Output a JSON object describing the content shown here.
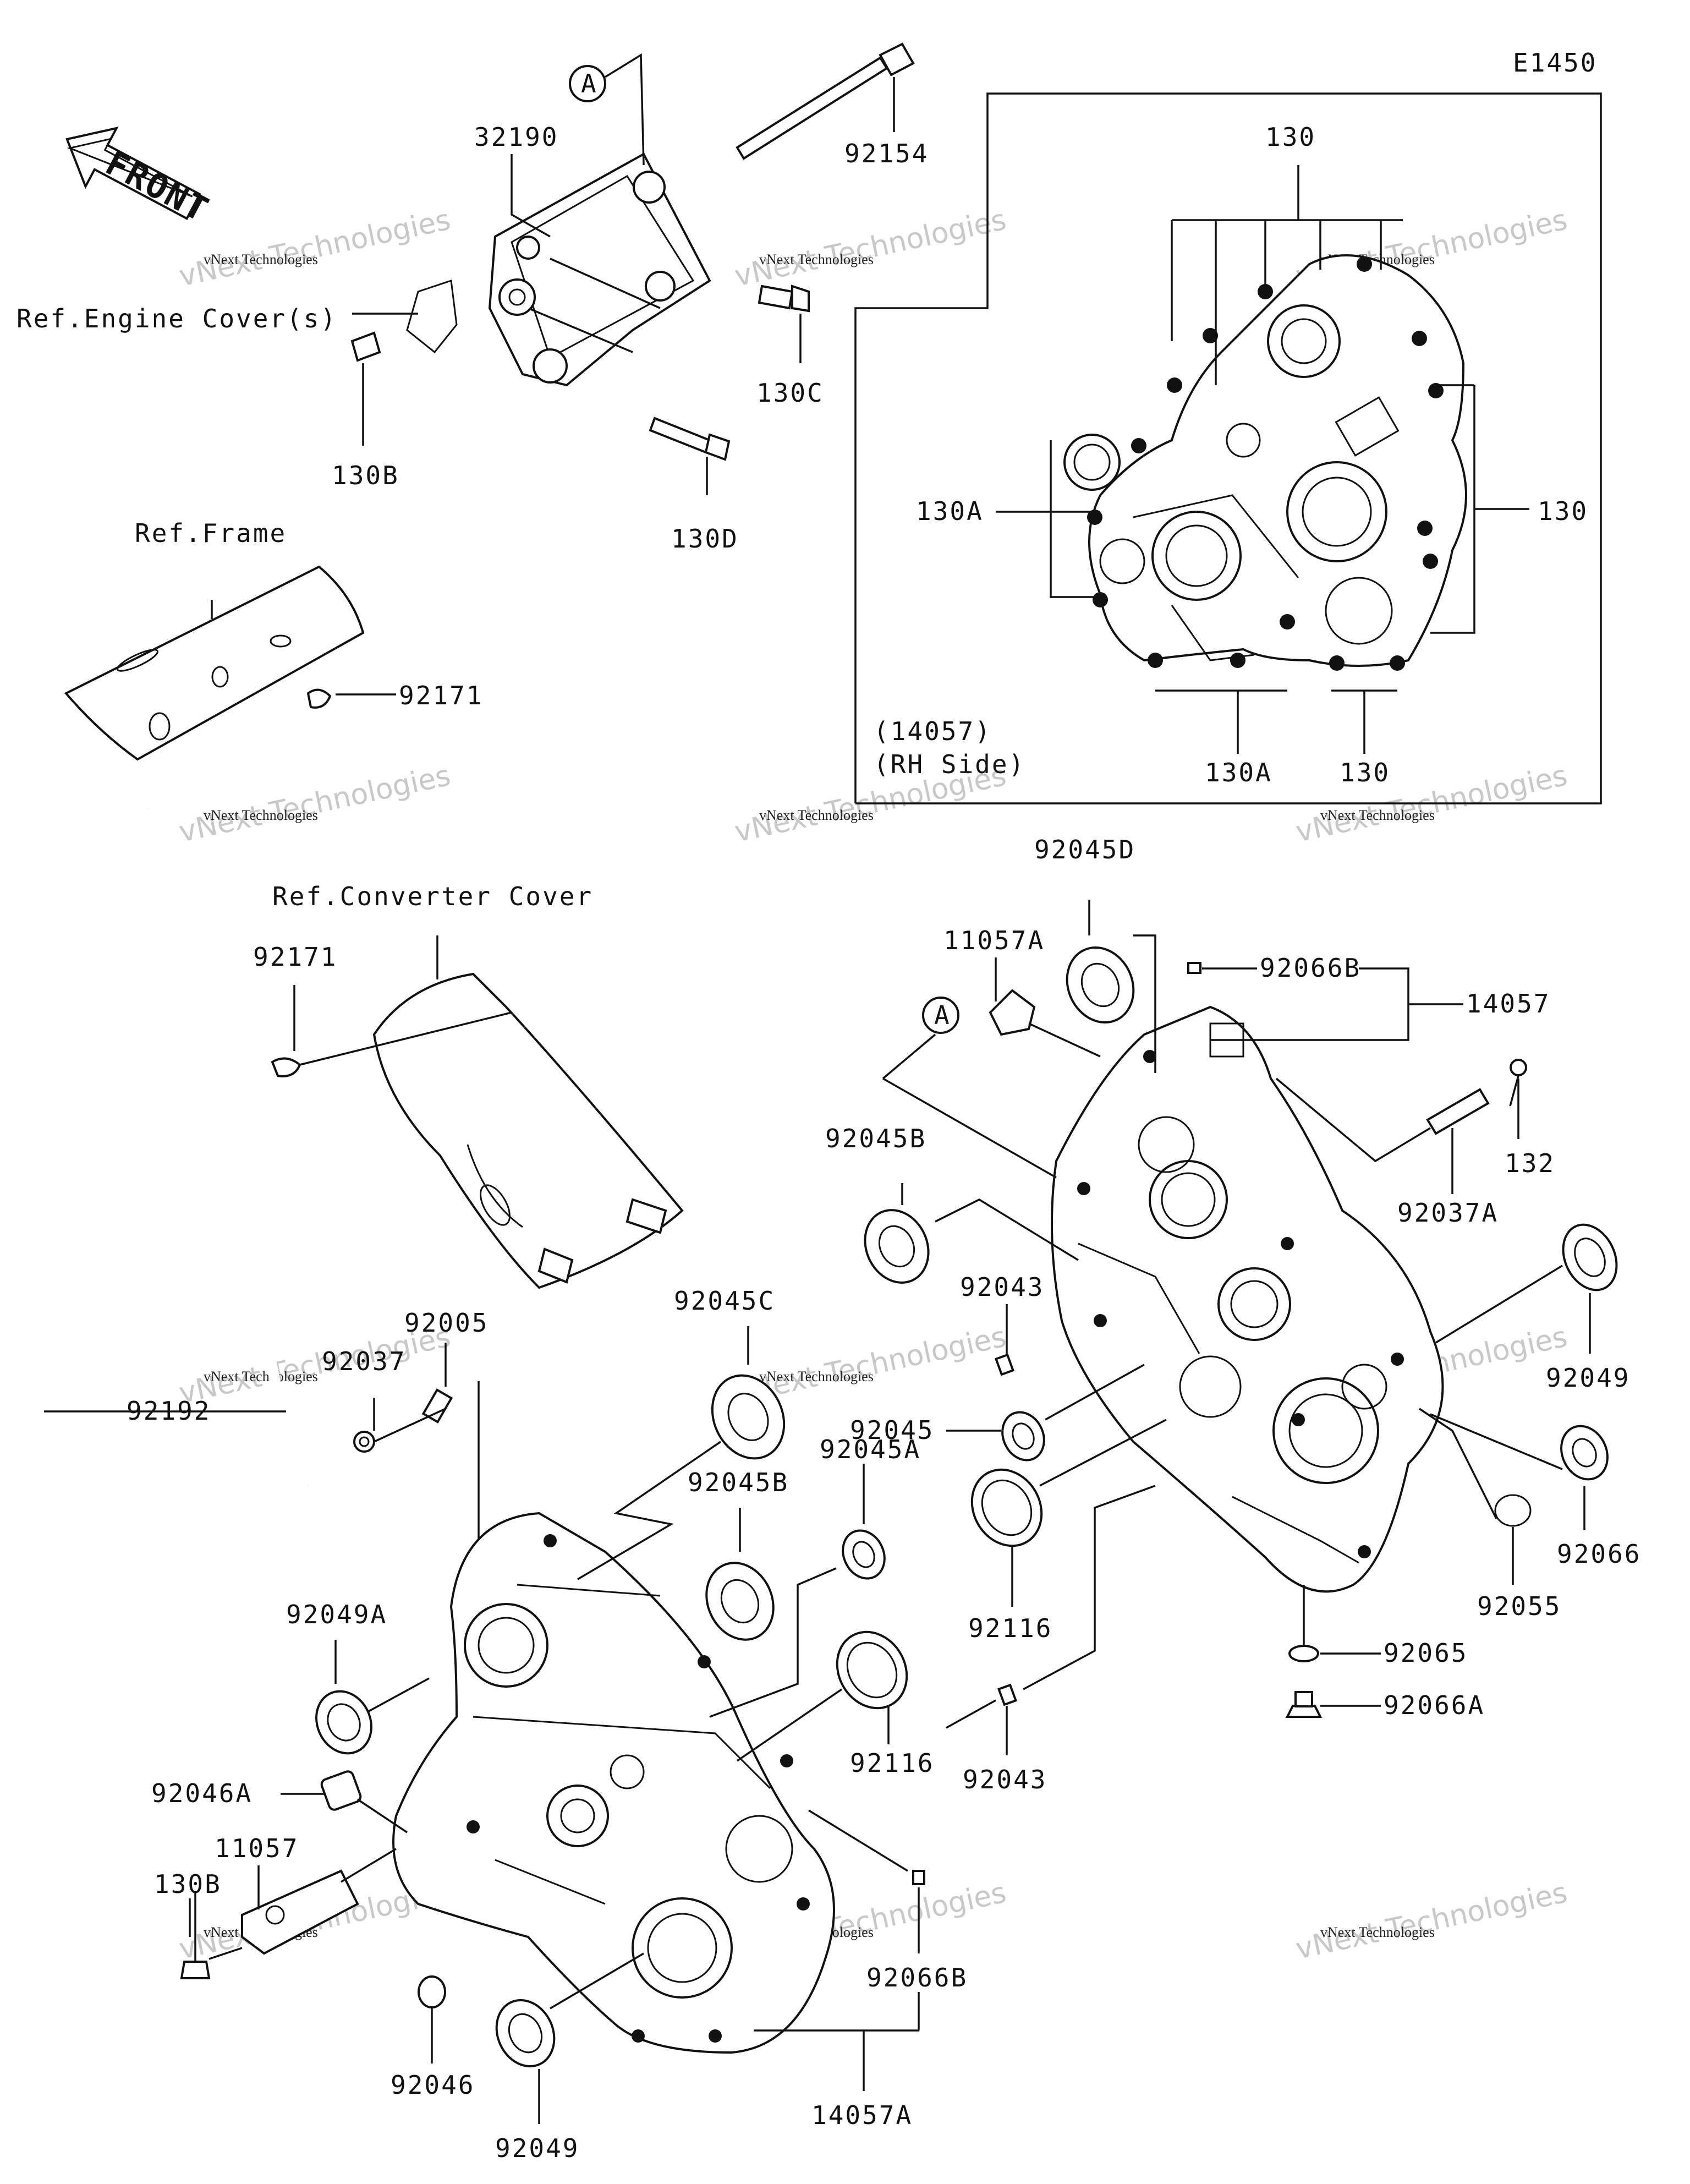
{
  "diagram_code": "E1450",
  "front_arrow_text": "FRONT",
  "ref_labels": {
    "engine_cover": "Ref.Engine Cover(s)",
    "frame": "Ref.Frame",
    "converter_cover": "Ref.Converter Cover"
  },
  "callout_letter": "A",
  "rh_side": {
    "part": "(14057)",
    "side": "(RH Side)"
  },
  "parts": {
    "p32190": "32190",
    "p92154": "92154",
    "p130C": "130C",
    "p130B_top": "130B",
    "p130D": "130D",
    "p92171_frame": "92171",
    "p130_top": "130",
    "p130A_left": "130A",
    "p130_right": "130",
    "p130A_bottom": "130A",
    "p130_bottom": "130",
    "p92045D": "92045D",
    "p11057A": "11057A",
    "p92066B_top": "92066B",
    "p14057": "14057",
    "p132": "132",
    "p92037A": "92037A",
    "p92045B_right": "92045B",
    "p92043_top": "92043",
    "p92049_right": "92049",
    "p92045": "92045",
    "p92066": "92066",
    "p92055": "92055",
    "p92116_right": "92116",
    "p92065": "92065",
    "p92066A": "92066A",
    "p92171_conv": "92171",
    "p92005": "92005",
    "p92037": "92037",
    "p92192": "92192",
    "p92045C": "92045C",
    "p92045B_left": "92045B",
    "p92045A": "92045A",
    "p92049A": "92049A",
    "p92116_left": "92116",
    "p92043_bottom": "92043",
    "p92046A": "92046A",
    "p11057": "11057",
    "p130B_bottom": "130B",
    "p92066B_bottom": "92066B",
    "p92046": "92046",
    "p92049_bottom": "92049",
    "p14057A": "14057A"
  },
  "watermark": {
    "line1": "vNext Technologies",
    "line2": "vNext Technologies"
  }
}
